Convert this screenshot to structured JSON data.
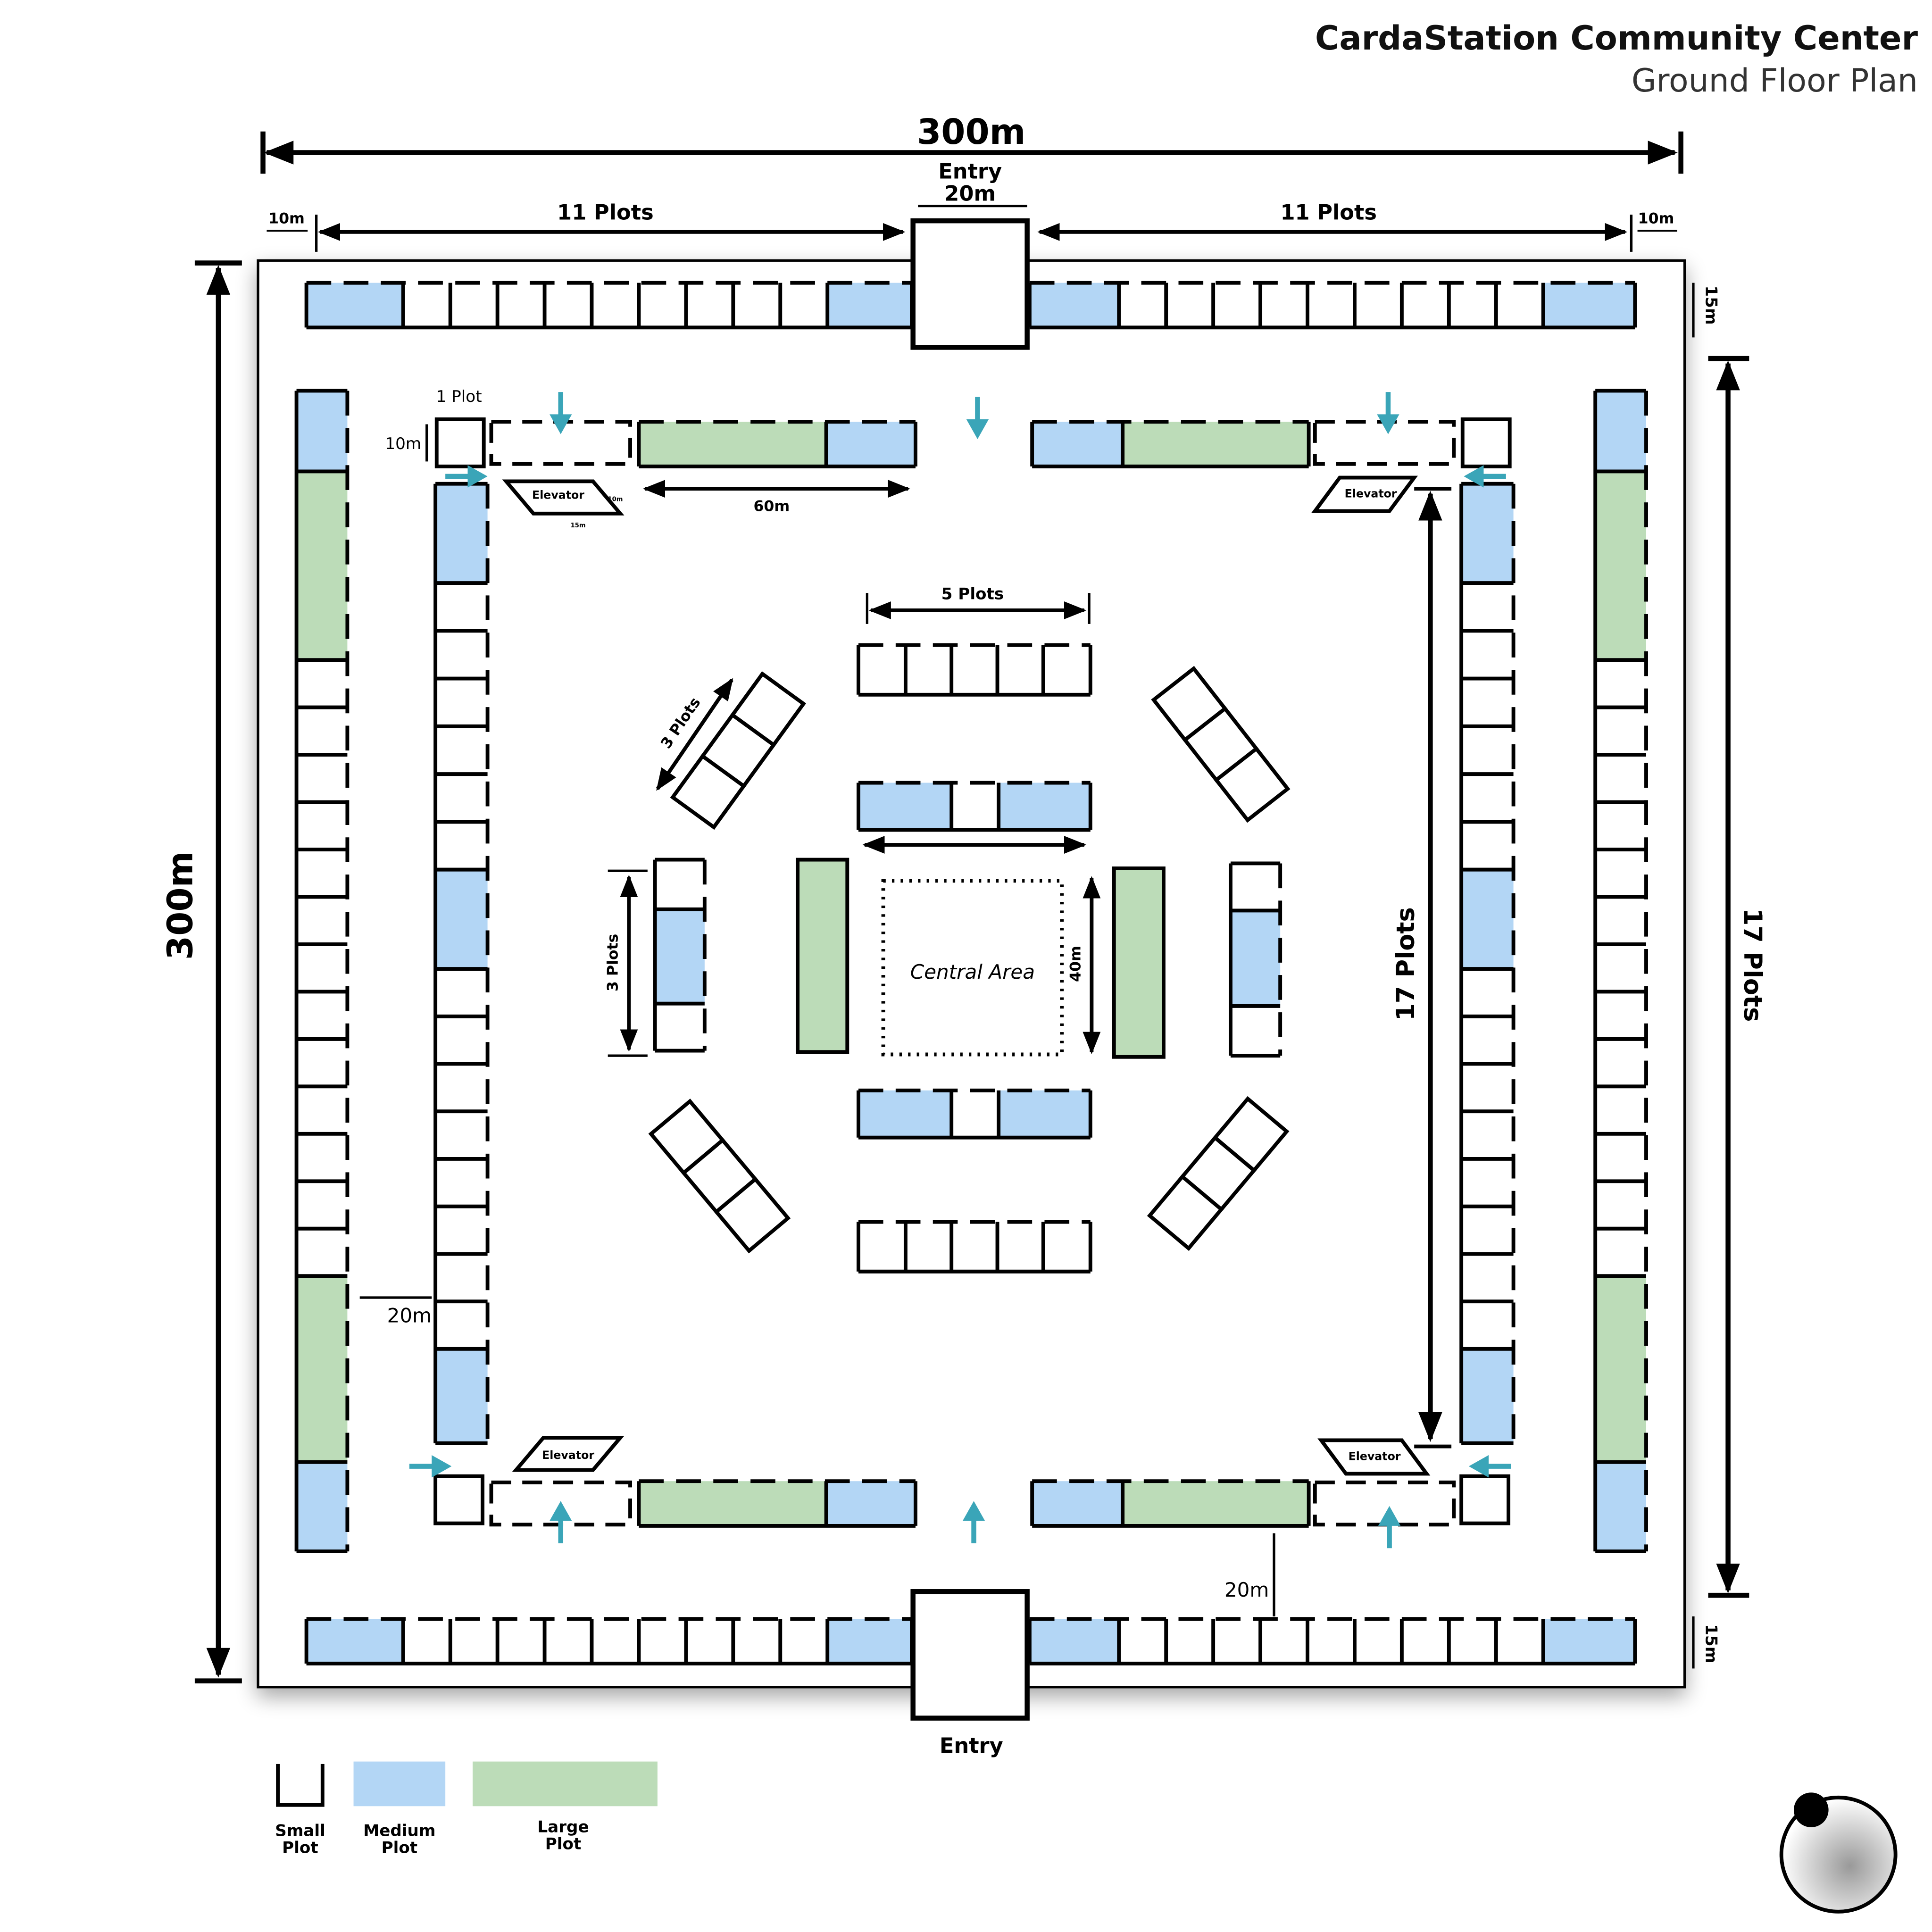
{
  "title": "CardaStation Community Center",
  "subtitle": "Ground Floor Plan",
  "colors": {
    "medium": "#b3d6f5",
    "large": "#bcdcb8",
    "arrow": "#3aa5b8",
    "line": "#000000"
  },
  "dimensions": {
    "overall_width": "300m",
    "overall_height": "300m",
    "entry_width": "Entry\n20m",
    "top_left_plots": "11 Plots",
    "top_right_plots": "11 Plots",
    "margin_left": "10m",
    "margin_right": "10m",
    "outer_depth_top": "15m",
    "outer_depth_bottom": "15m",
    "one_plot": "1 Plot",
    "plot_depth": "10m",
    "elevator_depth": "10m",
    "elevator_length": "15m",
    "inner_length": "60m",
    "center_plots": "5 Plots",
    "diag_plots": "3 Plots",
    "side_plots": "3 Plots",
    "central_depth": "40m",
    "right_inner_plots": "17 Plots",
    "right_outer_plots": "17 Plots",
    "corridor_left": "20m",
    "corridor_bottom": "20m"
  },
  "labels": {
    "entry_bottom": "Entry",
    "central_area": "Central Area",
    "elevator": "Elevator"
  },
  "legend": [
    {
      "key": "small",
      "label": "Small\nPlot"
    },
    {
      "key": "medium",
      "label": "Medium\nPlot"
    },
    {
      "key": "large",
      "label": "Large\nPlot"
    }
  ],
  "icons": [
    "arrow-icon",
    "compass-logo-icon"
  ]
}
